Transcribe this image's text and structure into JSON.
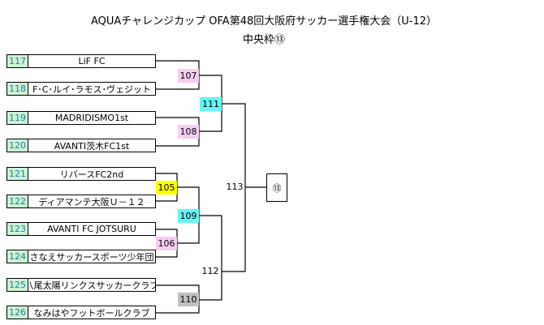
{
  "header": {
    "title": "AQUAチャレンジカップ OFA第48回大阪府サッカー選手権大会（U-12）",
    "subtitle": "中央枠⑬"
  },
  "teams": [
    {
      "num": "117",
      "name": "LiF FC"
    },
    {
      "num": "118",
      "name": "F･C･ルイ･ラモス･ヴェジット"
    },
    {
      "num": "119",
      "name": "MADRIDISMO1st"
    },
    {
      "num": "120",
      "name": "AVANTI茨木FC1st"
    },
    {
      "num": "121",
      "name": "リバースFC2nd"
    },
    {
      "num": "122",
      "name": "ディアマンテ大阪Ｕ－１２"
    },
    {
      "num": "123",
      "name": "AVANTI  FC  JOTSURU"
    },
    {
      "num": "124",
      "name": "さなえサッカースポーツ少年団"
    },
    {
      "num": "125",
      "name": "八尾太陽リンクスサッカークラブ"
    },
    {
      "num": "126",
      "name": "なみはやフットボールクラブ"
    }
  ],
  "matches": {
    "m105": {
      "label": "105",
      "color": "#ffff00"
    },
    "m106": {
      "label": "106",
      "color": "#f9ccf2"
    },
    "m107": {
      "label": "107",
      "color": "#f9ccf2"
    },
    "m108": {
      "label": "108",
      "color": "#f9ccf2"
    },
    "m109": {
      "label": "109",
      "color": "#66f5f5"
    },
    "m110": {
      "label": "110",
      "color": "#c0c0c0"
    },
    "m111": {
      "label": "111",
      "color": "#66f5f5"
    },
    "m112": {
      "label": "112",
      "color": "#ffffff"
    },
    "m113": {
      "label": "113",
      "color": "#ffffff"
    }
  },
  "final": {
    "label": "⑬"
  }
}
